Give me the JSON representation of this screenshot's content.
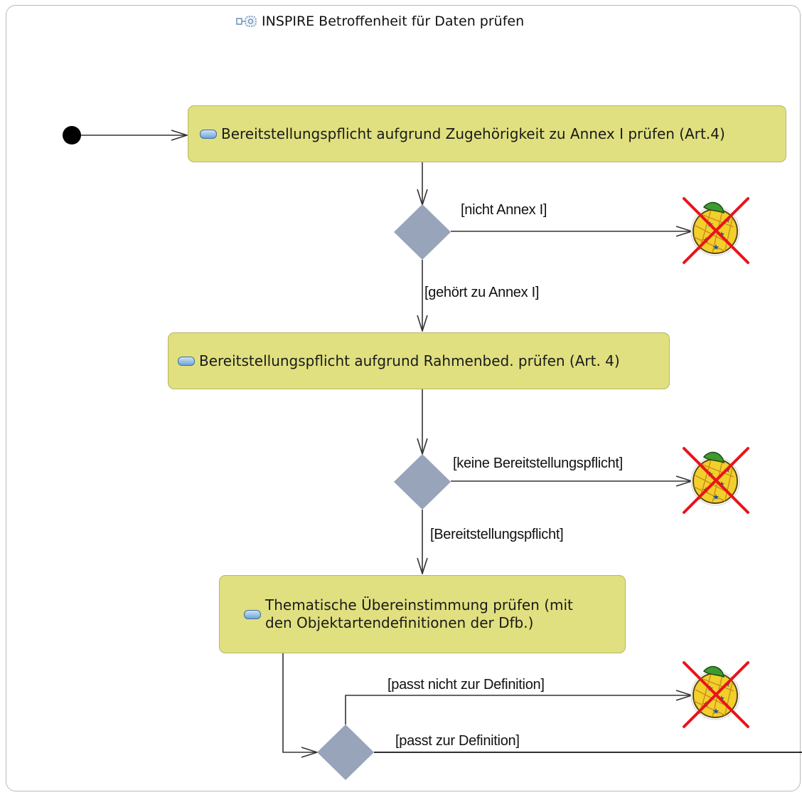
{
  "diagram": {
    "title": "INSPIRE Betroffenheit für Daten prüfen",
    "actions": [
      {
        "id": "a1",
        "label": "Bereitstellungspflicht aufgrund Zugehörigkeit zu Annex I prüfen (Art.4)"
      },
      {
        "id": "a2",
        "label": "Bereitstellungspflicht aufgrund Rahmenbed. prüfen (Art. 4)"
      },
      {
        "id": "a3",
        "label": "Thematische Übereinstimmung prüfen (mit\nden Objektartendefinitionen der Dfb.)"
      }
    ],
    "guards": {
      "g1_no": "[nicht Annex I]",
      "g1_yes": "[gehört zu Annex I]",
      "g2_no": "[keine Bereitstellungspflicht]",
      "g2_yes": "[Bereitstellungspflicht]",
      "g3_no": "[passt nicht zur Definition]",
      "g3_yes": "[passt zur Definition]"
    },
    "icons": {
      "title": "activity-diagram-icon",
      "action": "action-node-icon",
      "final": "flow-final-icon",
      "start": "initial-node-icon",
      "decision": "decision-node-icon"
    },
    "colors": {
      "action_fill": "#e0e080",
      "decision_fill": "#97a4ba",
      "final_cross": "#e8141b"
    }
  }
}
